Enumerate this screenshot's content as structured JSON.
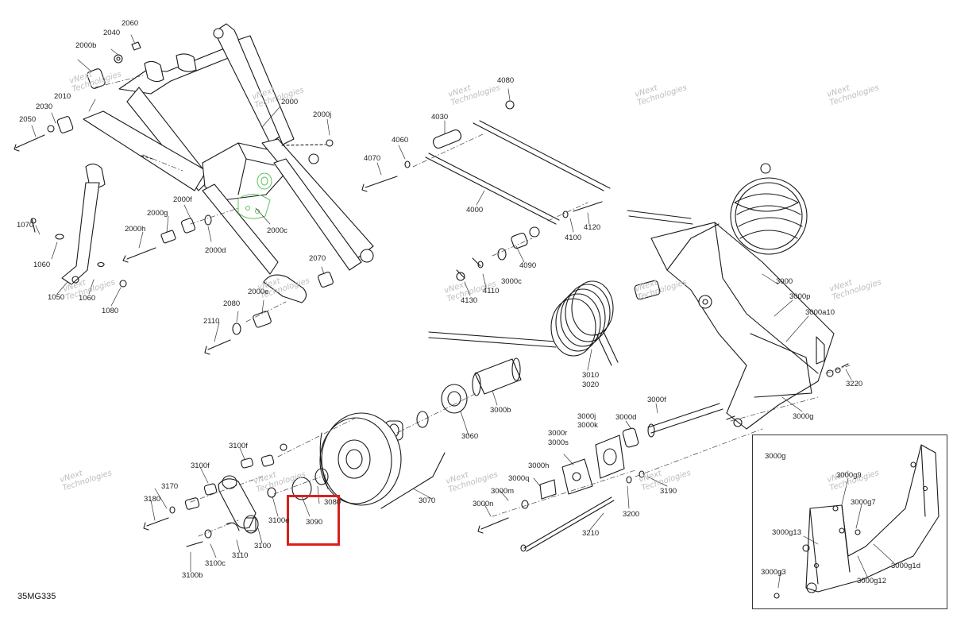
{
  "diagram_ref": "35MG335",
  "watermark": {
    "line1": "vNext",
    "line2": "Technologies"
  },
  "highlight": {
    "part": "3090",
    "color": "#d9201c"
  },
  "inset": {
    "title": "3000g"
  },
  "labels": [
    {
      "id": "2060",
      "text": "2060"
    },
    {
      "id": "2040",
      "text": "2040"
    },
    {
      "id": "2000b",
      "text": "2000b"
    },
    {
      "id": "2010",
      "text": "2010"
    },
    {
      "id": "2030",
      "text": "2030"
    },
    {
      "id": "2050",
      "text": "2050"
    },
    {
      "id": "2000",
      "text": "2000"
    },
    {
      "id": "2000j",
      "text": "2000j"
    },
    {
      "id": "2000f",
      "text": "2000f"
    },
    {
      "id": "2000g",
      "text": "2000g"
    },
    {
      "id": "2000h",
      "text": "2000h"
    },
    {
      "id": "2000d",
      "text": "2000d"
    },
    {
      "id": "2000c",
      "text": "2000c"
    },
    {
      "id": "1070",
      "text": "1070"
    },
    {
      "id": "1060a",
      "text": "1060"
    },
    {
      "id": "1050",
      "text": "1050"
    },
    {
      "id": "1060b",
      "text": "1060"
    },
    {
      "id": "1080",
      "text": "1080"
    },
    {
      "id": "2070",
      "text": "2070"
    },
    {
      "id": "2000e",
      "text": "2000e"
    },
    {
      "id": "2080",
      "text": "2080"
    },
    {
      "id": "2110",
      "text": "2110"
    },
    {
      "id": "4080",
      "text": "4080"
    },
    {
      "id": "4030",
      "text": "4030"
    },
    {
      "id": "4060",
      "text": "4060"
    },
    {
      "id": "4070",
      "text": "4070"
    },
    {
      "id": "4000",
      "text": "4000"
    },
    {
      "id": "4100",
      "text": "4100"
    },
    {
      "id": "4120",
      "text": "4120"
    },
    {
      "id": "4090",
      "text": "4090"
    },
    {
      "id": "3000c",
      "text": "3000c"
    },
    {
      "id": "4110",
      "text": "4110"
    },
    {
      "id": "4130",
      "text": "4130"
    },
    {
      "id": "3000",
      "text": "3000"
    },
    {
      "id": "3000p",
      "text": "3000p"
    },
    {
      "id": "3000a10",
      "text": "3000a10"
    },
    {
      "id": "3010",
      "text": "3010"
    },
    {
      "id": "3020",
      "text": "3020"
    },
    {
      "id": "3220",
      "text": "3220"
    },
    {
      "id": "3000b",
      "text": "3000b"
    },
    {
      "id": "3000f",
      "text": "3000f"
    },
    {
      "id": "3000g_main",
      "text": "3000g"
    },
    {
      "id": "3060",
      "text": "3060"
    },
    {
      "id": "3000j",
      "text": "3000j"
    },
    {
      "id": "3000k",
      "text": "3000k"
    },
    {
      "id": "3000d",
      "text": "3000d"
    },
    {
      "id": "3000r",
      "text": "3000r"
    },
    {
      "id": "3000s",
      "text": "3000s"
    },
    {
      "id": "3000h",
      "text": "3000h"
    },
    {
      "id": "3000q",
      "text": "3000q"
    },
    {
      "id": "3000m",
      "text": "3000m"
    },
    {
      "id": "3000n",
      "text": "3000n"
    },
    {
      "id": "3190",
      "text": "3190"
    },
    {
      "id": "3200",
      "text": "3200"
    },
    {
      "id": "3210",
      "text": "3210"
    },
    {
      "id": "3070",
      "text": "3070"
    },
    {
      "id": "3080",
      "text": "3080"
    },
    {
      "id": "3090",
      "text": "3090"
    },
    {
      "id": "3100f_a",
      "text": "3100f"
    },
    {
      "id": "3100f_b",
      "text": "3100f"
    },
    {
      "id": "3170",
      "text": "3170"
    },
    {
      "id": "3180",
      "text": "3180"
    },
    {
      "id": "3100e",
      "text": "3100e"
    },
    {
      "id": "3100",
      "text": "3100"
    },
    {
      "id": "3110",
      "text": "3110"
    },
    {
      "id": "3100c",
      "text": "3100c"
    },
    {
      "id": "3100b",
      "text": "3100b"
    },
    {
      "id": "3000g9",
      "text": "3000g9"
    },
    {
      "id": "3000g7",
      "text": "3000g7"
    },
    {
      "id": "3000g13",
      "text": "3000g13"
    },
    {
      "id": "3000g1d",
      "text": "3000g1d"
    },
    {
      "id": "3000g3",
      "text": "3000g3"
    },
    {
      "id": "3000g12",
      "text": "3000g12"
    }
  ]
}
